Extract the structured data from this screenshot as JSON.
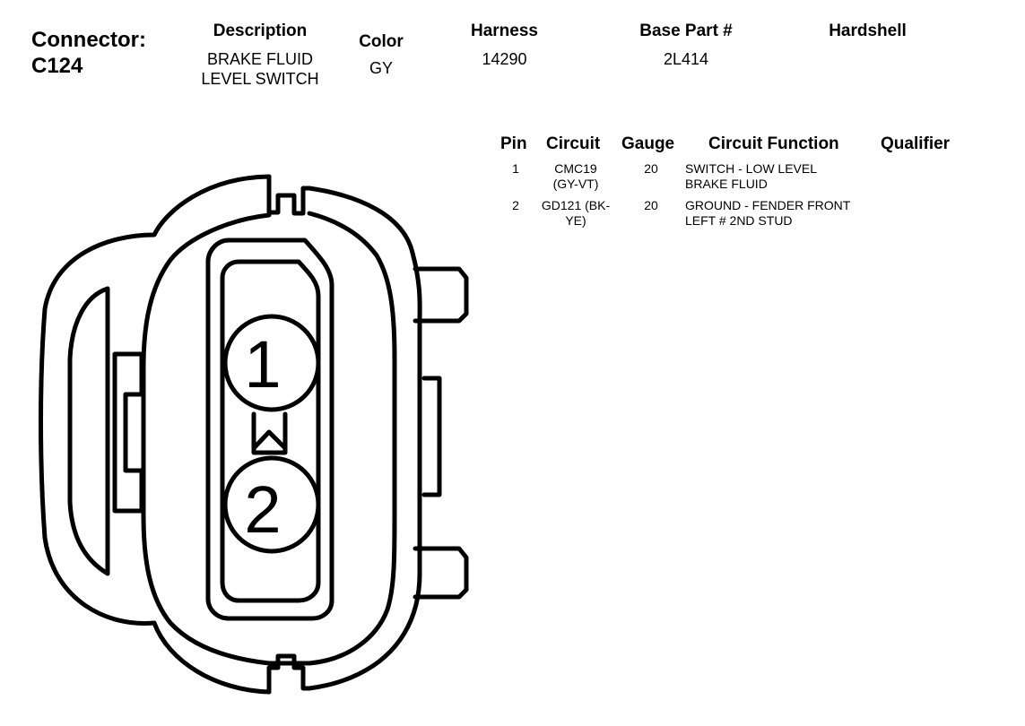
{
  "connector": {
    "label": "Connector:",
    "id": "C124"
  },
  "header": {
    "description_label": "Description",
    "description_line1": "BRAKE FLUID",
    "description_line2": "LEVEL SWITCH",
    "color_label": "Color",
    "color_value": "GY",
    "harness_label": "Harness",
    "harness_value": "14290",
    "base_part_label": "Base Part #",
    "base_part_value": "2L414",
    "hardshell_label": "Hardshell"
  },
  "pin_table": {
    "columns": [
      "Pin",
      "Circuit",
      "Gauge",
      "Circuit Function",
      "Qualifier"
    ],
    "rows": [
      {
        "pin": "1",
        "circuit_l1": "CMC19",
        "circuit_l2": "(GY-VT)",
        "gauge": "20",
        "function_l1": "SWITCH - LOW LEVEL",
        "function_l2": "BRAKE FLUID",
        "qualifier": ""
      },
      {
        "pin": "2",
        "circuit_l1": "GD121 (BK-",
        "circuit_l2": "YE)",
        "gauge": "20",
        "function_l1": "GROUND - FENDER FRONT",
        "function_l2": "LEFT # 2ND STUD",
        "qualifier": ""
      }
    ]
  },
  "diagram": {
    "pin1_label": "1",
    "pin2_label": "2"
  }
}
